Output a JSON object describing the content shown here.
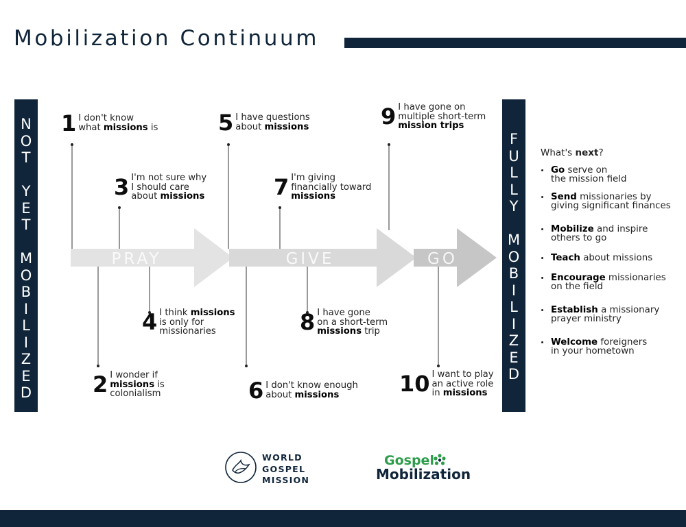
{
  "title": "Mobilization Continuum",
  "left_bar": "N\nO\nT\n\nY\nE\nT\n\nM\nO\nB\nI\nL\nI\nZ\nE\nD",
  "right_bar": "F\nU\nL\nL\nY\n\nM\nO\nB\nI\nL\nI\nZ\nE\nD",
  "stages": [
    "PRAY",
    "GIVE",
    "GO"
  ],
  "steps": [
    {
      "num": "1",
      "pre": "I don't know\nwhat ",
      "bold": "missions",
      "post": " is"
    },
    {
      "num": "2",
      "pre": "I wonder if\n",
      "bold": "missions",
      "post": " is\ncolonialism"
    },
    {
      "num": "3",
      "pre": "I'm not sure why\nI should care\nabout ",
      "bold": "missions",
      "post": ""
    },
    {
      "num": "4",
      "pre": "I think ",
      "bold": "missions",
      "post": "\nis only for\nmissionaries"
    },
    {
      "num": "5",
      "pre": "I have questions\nabout ",
      "bold": "missions",
      "post": ""
    },
    {
      "num": "6",
      "pre": "I don't know enough\nabout ",
      "bold": "missions",
      "post": ""
    },
    {
      "num": "7",
      "pre": "I'm giving\nfinancially toward\n",
      "bold": "missions",
      "post": ""
    },
    {
      "num": "8",
      "pre": "I have gone\non a short-term\n",
      "bold": "missions",
      "post": " trip"
    },
    {
      "num": "9",
      "pre": "I have gone on\nmultiple short-term\n",
      "bold": "mission trips",
      "post": ""
    },
    {
      "num": "10",
      "pre": "I want to play\nan active role\nin ",
      "bold": "missions",
      "post": ""
    }
  ],
  "next": {
    "title_pre": "What's ",
    "title_bold": "next",
    "title_post": "?",
    "items": [
      {
        "bold": "Go",
        "rest": " serve on\nthe mission field"
      },
      {
        "bold": "Send",
        "rest": " missionaries by\ngiving significant finances"
      },
      {
        "bold": "Mobilize",
        "rest": " and inspire\nothers to go"
      },
      {
        "bold": "Teach",
        "rest": " about missions"
      },
      {
        "bold": "Encourage",
        "rest": " missionaries\non the field"
      },
      {
        "bold": "Establish",
        "rest": " a missionary\nprayer ministry"
      },
      {
        "bold": "Welcome",
        "rest": " foreigners\nin your hometown"
      }
    ]
  },
  "logos": {
    "wgm": "WORLD\nGOSPEL\nMISSION",
    "gm_line1": "Gospel",
    "gm_line2": "Mobilization"
  },
  "colors": {
    "navy": "#10253a",
    "arrow_light": "#e3e3e3",
    "arrow_mid": "#d8d8d8",
    "arrow_dark": "#c4c4c4",
    "green": "#2e9d4b"
  }
}
